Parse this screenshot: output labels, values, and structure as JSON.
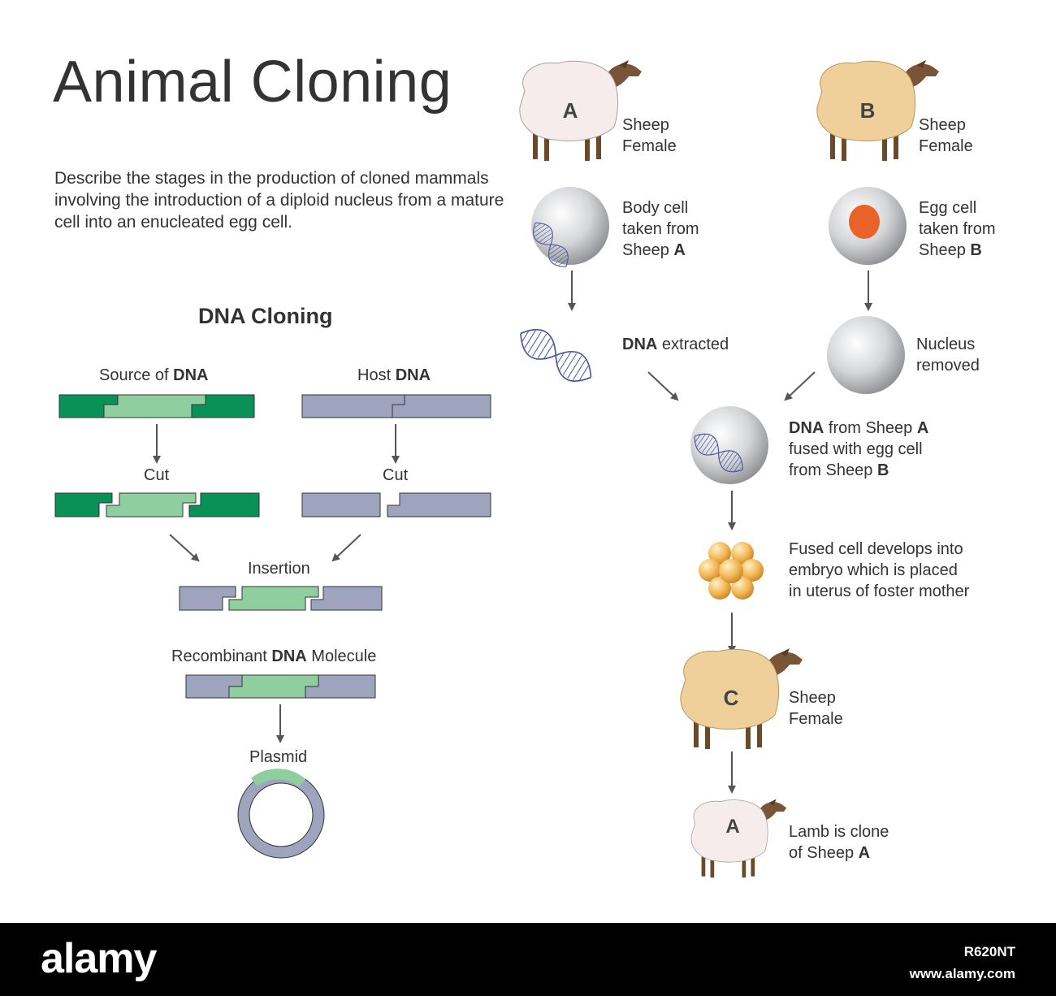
{
  "title": "Animal Cloning",
  "description": "Describe the stages in the production of cloned mammals involving the introduction of a diploid nucleus from a mature cell into an enucleated egg cell.",
  "dna_cloning": {
    "heading": "DNA Cloning",
    "source_label": "Source of ",
    "source_bold": "DNA",
    "host_label": "Host ",
    "host_bold": "DNA",
    "cut_left": "Cut",
    "cut_right": "Cut",
    "insertion": "Insertion",
    "recombinant_pre": "Recombinant ",
    "recombinant_bold": "DNA",
    "recombinant_post": " Molecule",
    "plasmid": "Plasmid"
  },
  "cloning": {
    "sheep_a_letter": "A",
    "sheep_a_line1": "Sheep",
    "sheep_a_line2": "Female",
    "sheep_b_letter": "B",
    "sheep_b_line1": "Sheep",
    "sheep_b_line2": "Female",
    "body_cell_1": "Body cell",
    "body_cell_2": "taken from",
    "body_cell_3_pre": "Sheep ",
    "body_cell_3_bold": "A",
    "egg_cell_1": "Egg cell",
    "egg_cell_2": "taken from",
    "egg_cell_3_pre": "Sheep ",
    "egg_cell_3_bold": "B",
    "dna_extracted_bold": "DNA",
    "dna_extracted_rest": " extracted",
    "nucleus_1": "Nucleus",
    "nucleus_2": "removed",
    "fused_1_bold": "DNA",
    "fused_1_mid": " from Sheep ",
    "fused_1_bold2": "A",
    "fused_2": "fused with egg cell",
    "fused_3_pre": "from Sheep ",
    "fused_3_bold": "B",
    "embryo_1": "Fused cell develops into",
    "embryo_2": "embryo which is placed",
    "embryo_3": "in uterus of foster mother",
    "sheep_c_letter": "C",
    "sheep_c_line1": "Sheep",
    "sheep_c_line2": "Female",
    "lamb_letter": "A",
    "lamb_1": "Lamb is clone",
    "lamb_2_pre": "of Sheep ",
    "lamb_2_bold": "A"
  },
  "footer": {
    "brand": "alamy",
    "image_id": "R620NT",
    "url": "www.alamy.com"
  },
  "colors": {
    "dark_green": "#0a9157",
    "light_green": "#8fcf9f",
    "host_blue": "#9ea4bd",
    "arrow": "#555555",
    "wool_a": "#f6ecec",
    "wool_b": "#f0d09a",
    "nucleus": "#e8622a"
  }
}
